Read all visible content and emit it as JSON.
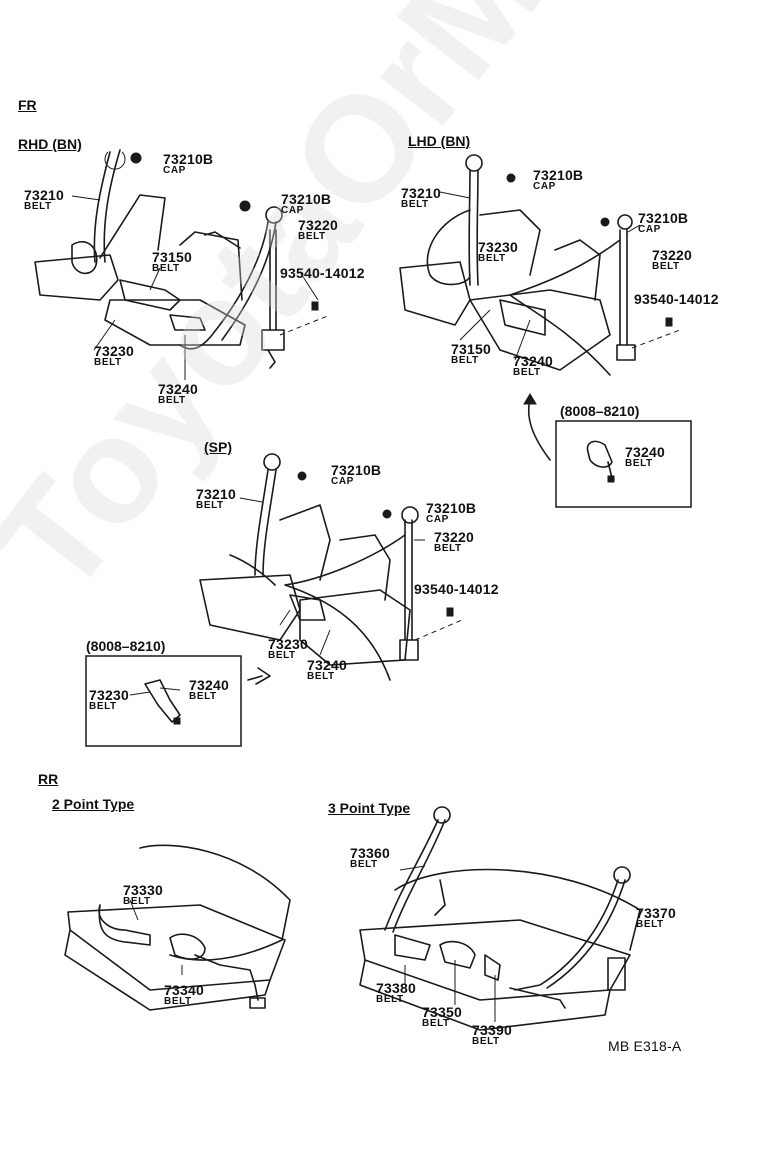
{
  "watermark": "ToyotaOrMirror.ru",
  "sections": {
    "fr": "FR",
    "rhd": "RHD (BN)",
    "lhd": "LHD (BN)",
    "sp": "(SP)",
    "rr": "RR",
    "two_point": "2 Point Type",
    "three_point": "3 Point Type"
  },
  "rhd_labels": [
    {
      "id": "rhd-cap",
      "num": "73210B",
      "desc": "CAP"
    },
    {
      "id": "rhd-73210",
      "num": "73210",
      "desc": "BELT"
    },
    {
      "id": "rhd-cap2",
      "num": "73210B",
      "desc": "CAP"
    },
    {
      "id": "rhd-73220",
      "num": "73220",
      "desc": "BELT"
    },
    {
      "id": "rhd-73150",
      "num": "73150",
      "desc": "BELT"
    },
    {
      "id": "rhd-93540",
      "num": "93540-14012",
      "desc": ""
    },
    {
      "id": "rhd-73230",
      "num": "73230",
      "desc": "BELT"
    },
    {
      "id": "rhd-73240",
      "num": "73240",
      "desc": "BELT"
    }
  ],
  "lhd_labels": [
    {
      "id": "lhd-cap",
      "num": "73210B",
      "desc": "CAP"
    },
    {
      "id": "lhd-73210",
      "num": "73210",
      "desc": "BELT"
    },
    {
      "id": "lhd-73230",
      "num": "73230",
      "desc": "BELT"
    },
    {
      "id": "lhd-cap2",
      "num": "73210B",
      "desc": "CAP"
    },
    {
      "id": "lhd-73220",
      "num": "73220",
      "desc": "BELT"
    },
    {
      "id": "lhd-93540",
      "num": "93540-14012",
      "desc": ""
    },
    {
      "id": "lhd-73150",
      "num": "73150",
      "desc": "BELT"
    },
    {
      "id": "lhd-73240",
      "num": "73240",
      "desc": "BELT"
    }
  ],
  "lhd_inset": {
    "range": "(8008–8210)",
    "num": "73240",
    "desc": "BELT"
  },
  "sp_labels": [
    {
      "id": "sp-cap",
      "num": "73210B",
      "desc": "CAP"
    },
    {
      "id": "sp-73210",
      "num": "73210",
      "desc": "BELT"
    },
    {
      "id": "sp-cap2",
      "num": "73210B",
      "desc": "CAP"
    },
    {
      "id": "sp-73220",
      "num": "73220",
      "desc": "BELT"
    },
    {
      "id": "sp-93540",
      "num": "93540-14012",
      "desc": ""
    },
    {
      "id": "sp-73230",
      "num": "73230",
      "desc": "BELT"
    },
    {
      "id": "sp-73240",
      "num": "73240",
      "desc": "BELT"
    }
  ],
  "sp_inset": {
    "range": "(8008–8210)",
    "a_num": "73230",
    "a_desc": "BELT",
    "b_num": "73240",
    "b_desc": "BELT"
  },
  "rr_two_labels": [
    {
      "id": "rr2-73330",
      "num": "73330",
      "desc": "BELT"
    },
    {
      "id": "rr2-73340",
      "num": "73340",
      "desc": "BELT"
    }
  ],
  "rr_three_labels": [
    {
      "id": "rr3-73360",
      "num": "73360",
      "desc": "BELT"
    },
    {
      "id": "rr3-73370",
      "num": "73370",
      "desc": "BELT"
    },
    {
      "id": "rr3-73380",
      "num": "73380",
      "desc": "BELT"
    },
    {
      "id": "rr3-73350",
      "num": "73350",
      "desc": "BELT"
    },
    {
      "id": "rr3-73390",
      "num": "73390",
      "desc": "BELT"
    }
  ],
  "figure_code": "MB  E318-A"
}
